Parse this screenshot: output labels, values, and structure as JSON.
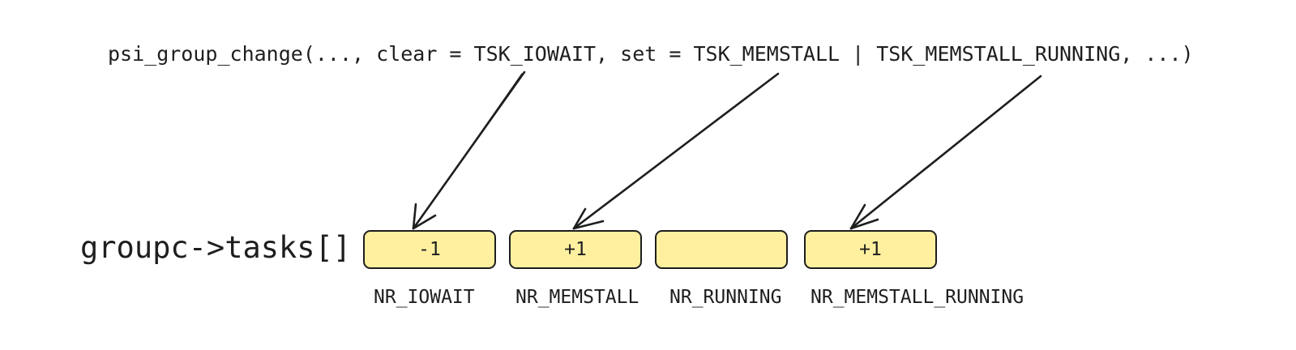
{
  "call_text": "psi_group_change(..., clear = TSK_IOWAIT, set = TSK_MEMSTALL | TSK_MEMSTALL_RUNNING, ...)",
  "array_label": "groupc->tasks[]",
  "cells": [
    {
      "value": "-1",
      "label": "NR_IOWAIT"
    },
    {
      "value": "+1",
      "label": "NR_MEMSTALL"
    },
    {
      "value": "",
      "label": "NR_RUNNING"
    },
    {
      "value": "+1",
      "label": "NR_MEMSTALL_RUNNING"
    }
  ],
  "colors": {
    "cell_fill": "#fff0a0",
    "stroke": "#1e1e1e"
  }
}
